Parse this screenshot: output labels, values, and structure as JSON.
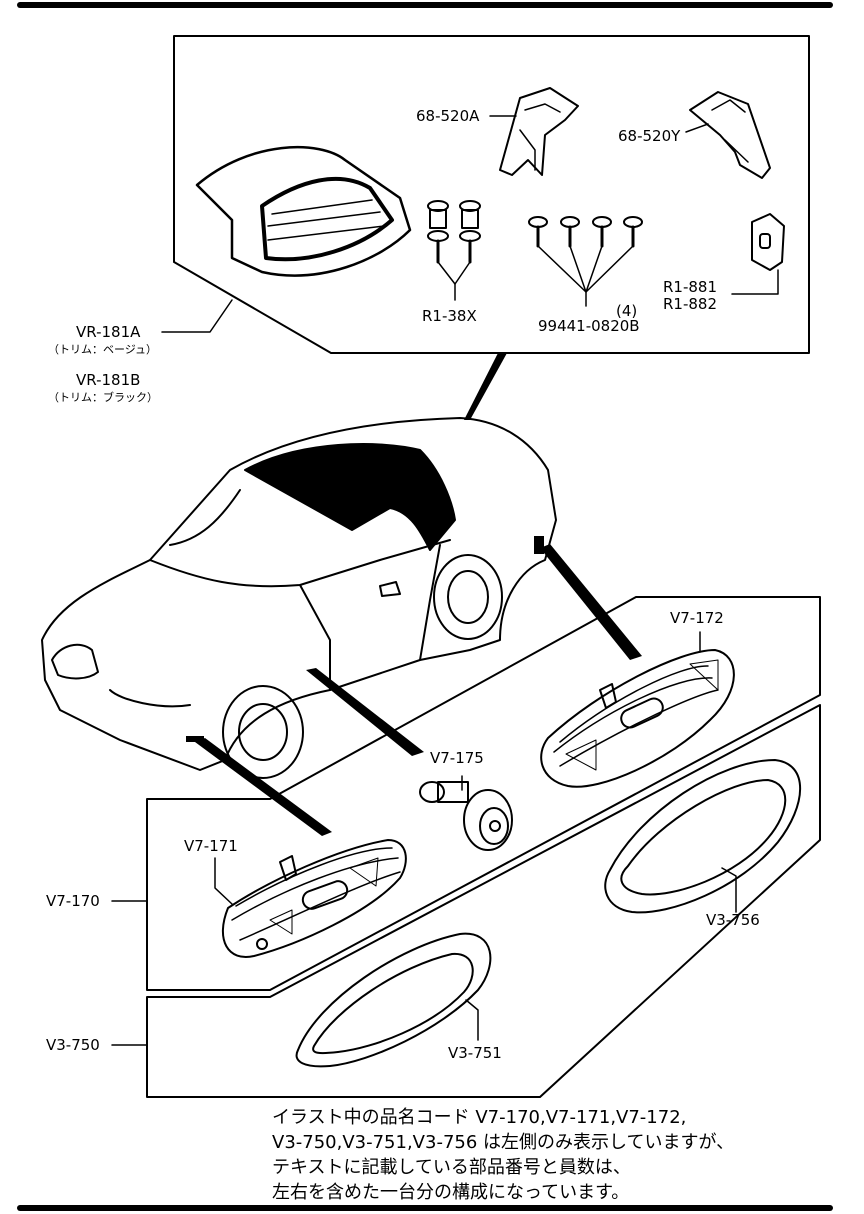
{
  "kit": {
    "names": [
      {
        "code": "VR-181A",
        "trim": "（トリム：ベージュ）"
      },
      {
        "code": "VR-181B",
        "trim": "（トリム：ブラック）"
      }
    ],
    "parts": [
      {
        "code": "68-520A"
      },
      {
        "code": "68-520Y"
      },
      {
        "code": "R1-38X"
      },
      {
        "code": "99441-0820B",
        "qty": "(4)"
      },
      {
        "code": "R1-881"
      },
      {
        "code": "R1-882"
      }
    ]
  },
  "lamp": {
    "front": {
      "assembly": "V7-170",
      "part": "V7-171"
    },
    "rear": {
      "part": "V7-172"
    },
    "bulb": "V7-175"
  },
  "bezel": {
    "assembly": "V3-750",
    "front": "V3-751",
    "rear": "V3-756"
  },
  "note": {
    "lines": [
      "イラスト中の品名コード V7-170,V7-171,V7-172,",
      "V3-750,V3-751,V3-756 は左側のみ表示していますが、",
      "テキストに記載している部品番号と員数は、",
      "左右を含めた一台分の構成になっています。"
    ]
  }
}
